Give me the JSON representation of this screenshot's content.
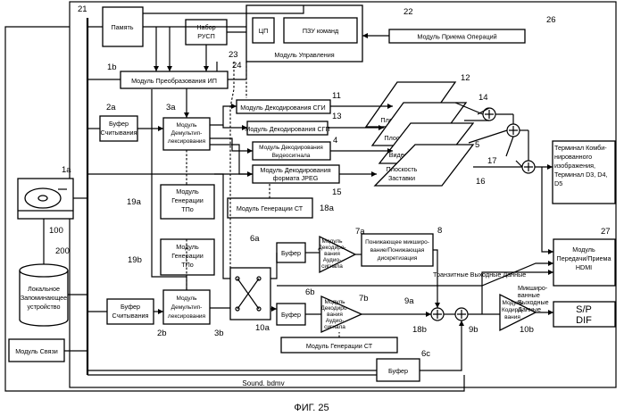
{
  "refs": {
    "r21": "21",
    "r1b": "1b",
    "r22": "22",
    "r26": "26",
    "r23": "23",
    "r24": "24",
    "r2a": "2a",
    "r3a": "3a",
    "r11": "11",
    "r13": "13",
    "r4": "4",
    "r12": "12",
    "r14": "14",
    "r5": "5",
    "r16": "16",
    "r15": "15",
    "r17": "17",
    "r1a": "1a",
    "r100": "100",
    "r19a": "19a",
    "r18a": "18a",
    "r200": "200",
    "r6a": "6a",
    "r7a": "7a",
    "r8": "8",
    "r27": "27",
    "r19b": "19b",
    "r6b": "6b",
    "r7b": "7b",
    "r9a": "9a",
    "r2b": "2b",
    "r3b": "3b",
    "r10a": "10a",
    "r9b": "9b",
    "r10b": "10b",
    "r18b": "18b",
    "r6c": "6c"
  },
  "labels": {
    "memory": "Память",
    "cpu": "ЦП",
    "rom": "ПЗУ команд",
    "control_module": "Модуль Управления",
    "rusp_1": "Набор",
    "rusp_2": "РУСП",
    "op_receive": "Модуль Приема Операций",
    "ip_convert": "Модуль Преобразования ИП",
    "read_buffer_a_1": "Буфер",
    "read_buffer_a_2": "Считывания",
    "demux_a_1": "Модуль",
    "demux_a_2": "Демультип-",
    "demux_a_3": "лексирования",
    "sgi_decode": "Модуль Декодирования СГИ",
    "sgp_decode": "Модуль Декодирования СГП",
    "video_decode_1": "Модуль Декодирования",
    "video_decode_2": "Видеосигнала",
    "jpeg_decode_1": "Модуль Декодирования",
    "jpeg_decode_2": "формата JPEG",
    "plane_sgi": "Плоскость СГИ",
    "plane_sgp": "Плоскость СГП",
    "plane_video": "Видеоплоскость",
    "plane_splash_1": "Плоскость",
    "plane_splash_2": "Заставки",
    "terminal_1": "Терминал Комби-",
    "terminal_2": "нированного",
    "terminal_3": "изображения,",
    "terminal_4": "Терминал D3, D4,",
    "terminal_5": "D5",
    "tpo_gen_a_1": "Модуль",
    "tpo_gen_a_2": "Генерации",
    "tpo_gen_a_3": "ТПо",
    "st_gen_a": "Модуль Генерации СТ",
    "tpo_gen_b_1": "Модуль",
    "tpo_gen_b_2": "Генерации",
    "tpo_gen_b_3": "ТПо",
    "buffer_6a": "Буфер",
    "audio_dec_a_1": "Модуль",
    "audio_dec_a_2": "Декодиро-",
    "audio_dec_a_3": "вания",
    "audio_dec_a_4": "Аудио-",
    "audio_dec_a_5": "сигнала",
    "downmix_1": "Понижающее микширо-",
    "downmix_2": "вание/Понижающая",
    "downmix_3": "дискретизация",
    "hdmi_1": "Модуль",
    "hdmi_2": "Передачи/Приема",
    "hdmi_3": "HDMI",
    "transit_out": "Транзитные Выходные Данные",
    "local_storage_1": "Локальное",
    "local_storage_2": "Запоминающее",
    "local_storage_3": "устройство",
    "read_buffer_b_1": "Буфер",
    "read_buffer_b_2": "Считывания",
    "demux_b_1": "Модуль",
    "demux_b_2": "Демультип-",
    "demux_b_3": "лексирования",
    "buffer_6b": "Буфер",
    "audio_dec_b_1": "Модуль",
    "audio_dec_b_2": "Декодиро-",
    "audio_dec_b_3": "вания",
    "audio_dec_b_4": "Аудио-",
    "audio_dec_b_5": "сигнала",
    "mixed_out_1": "Микширо-",
    "mixed_out_2": "ванные",
    "mixed_out_3": "Выходные",
    "mixed_out_4": "Данные",
    "encode_1": "Модуль",
    "encode_2": "Кодиро-",
    "encode_3": "вания",
    "spdif_1": "S/P",
    "spdif_2": "DIF",
    "comm_module": "Модуль Связи",
    "st_gen_b": "Модуль Генерации СТ",
    "buffer_6c": "Буфер",
    "sound_bdmv": "Sound. bdmv",
    "figure_caption": "ФИГ. 25"
  }
}
